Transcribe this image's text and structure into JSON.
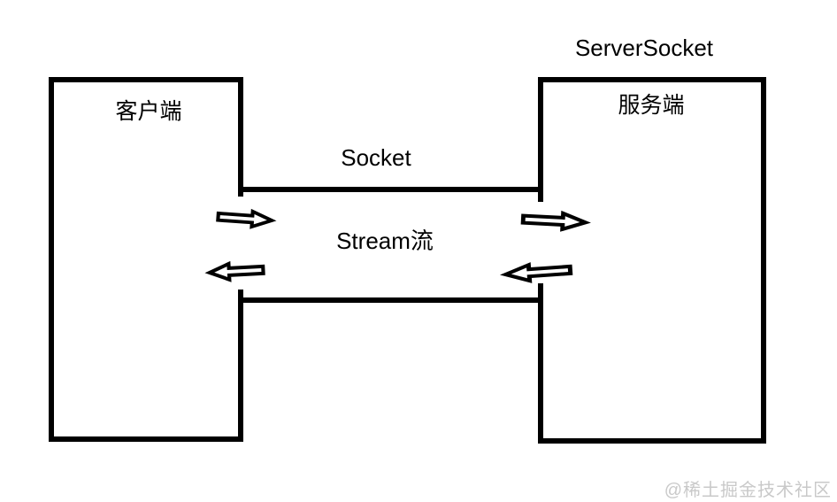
{
  "diagram": {
    "client_label": "客户端",
    "server_label": "服务端",
    "server_socket_label": "ServerSocket",
    "socket_label": "Socket",
    "stream_label": "Stream流",
    "watermark": "@稀土掘金技术社区",
    "colors": {
      "stroke": "#000000",
      "background": "#ffffff",
      "watermark": "#c9c9c9"
    },
    "arrows": [
      {
        "id": "upper-left",
        "direction": "right"
      },
      {
        "id": "upper-right",
        "direction": "right"
      },
      {
        "id": "lower-left",
        "direction": "left"
      },
      {
        "id": "lower-right",
        "direction": "left"
      }
    ]
  }
}
